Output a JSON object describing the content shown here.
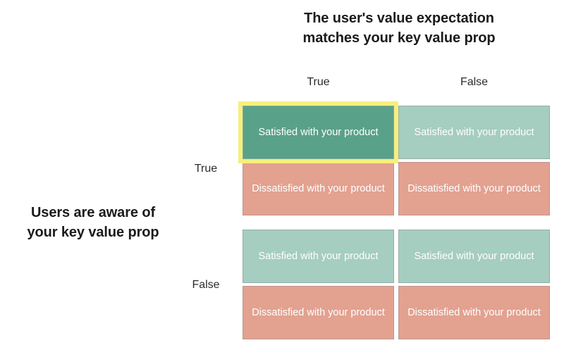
{
  "chart_data": {
    "type": "table",
    "title": "The user's value expectation matches your key value prop",
    "xlabel": "The user's value expectation matches your key value prop",
    "ylabel": "Users are aware of your key value prop",
    "x_tick_labels": [
      "True",
      "False"
    ],
    "y_tick_labels": [
      "True",
      "False"
    ],
    "grid": false,
    "legend": "none",
    "colors": {
      "satisfied": "#a5cdc0",
      "satisfied_highlight": "#5aa189",
      "dissatisfied": "#e3a190",
      "highlight_outline": "#f6ef7c",
      "text_on_cell": "#ffffff",
      "axis_text": "#2b2b2b",
      "title_text": "#1b1b1b",
      "background": "#ffffff"
    },
    "cells": [
      {
        "row": "True",
        "column": "True",
        "outcomes": [
          {
            "label": "Satisfied with your product",
            "state": "satisfied",
            "highlighted": true
          },
          {
            "label": "Dissatisfied with your product",
            "state": "dissatisfied",
            "highlighted": false
          }
        ]
      },
      {
        "row": "True",
        "column": "False",
        "outcomes": [
          {
            "label": "Satisfied with your product",
            "state": "satisfied",
            "highlighted": false
          },
          {
            "label": "Dissatisfied with your product",
            "state": "dissatisfied",
            "highlighted": false
          }
        ]
      },
      {
        "row": "False",
        "column": "True",
        "outcomes": [
          {
            "label": "Satisfied with your product",
            "state": "satisfied",
            "highlighted": false
          },
          {
            "label": "Dissatisfied with your product",
            "state": "dissatisfied",
            "highlighted": false
          }
        ]
      },
      {
        "row": "False",
        "column": "False",
        "outcomes": [
          {
            "label": "Satisfied with your product",
            "state": "satisfied",
            "highlighted": false
          },
          {
            "label": "Dissatisfied with your product",
            "state": "dissatisfied",
            "highlighted": false
          }
        ]
      }
    ]
  },
  "column_axis": {
    "title_line_1": "The user's value expectation",
    "title_line_2": "matches your key value prop",
    "ticks": [
      "True",
      "False"
    ]
  },
  "row_axis": {
    "title_line_1": "Users are aware of",
    "title_line_2": "your key value prop",
    "ticks": [
      "True",
      "False"
    ]
  },
  "cell_labels": {
    "satisfied": "Satisfied with your product",
    "dissatisfied": "Dissatisfied with your product"
  }
}
